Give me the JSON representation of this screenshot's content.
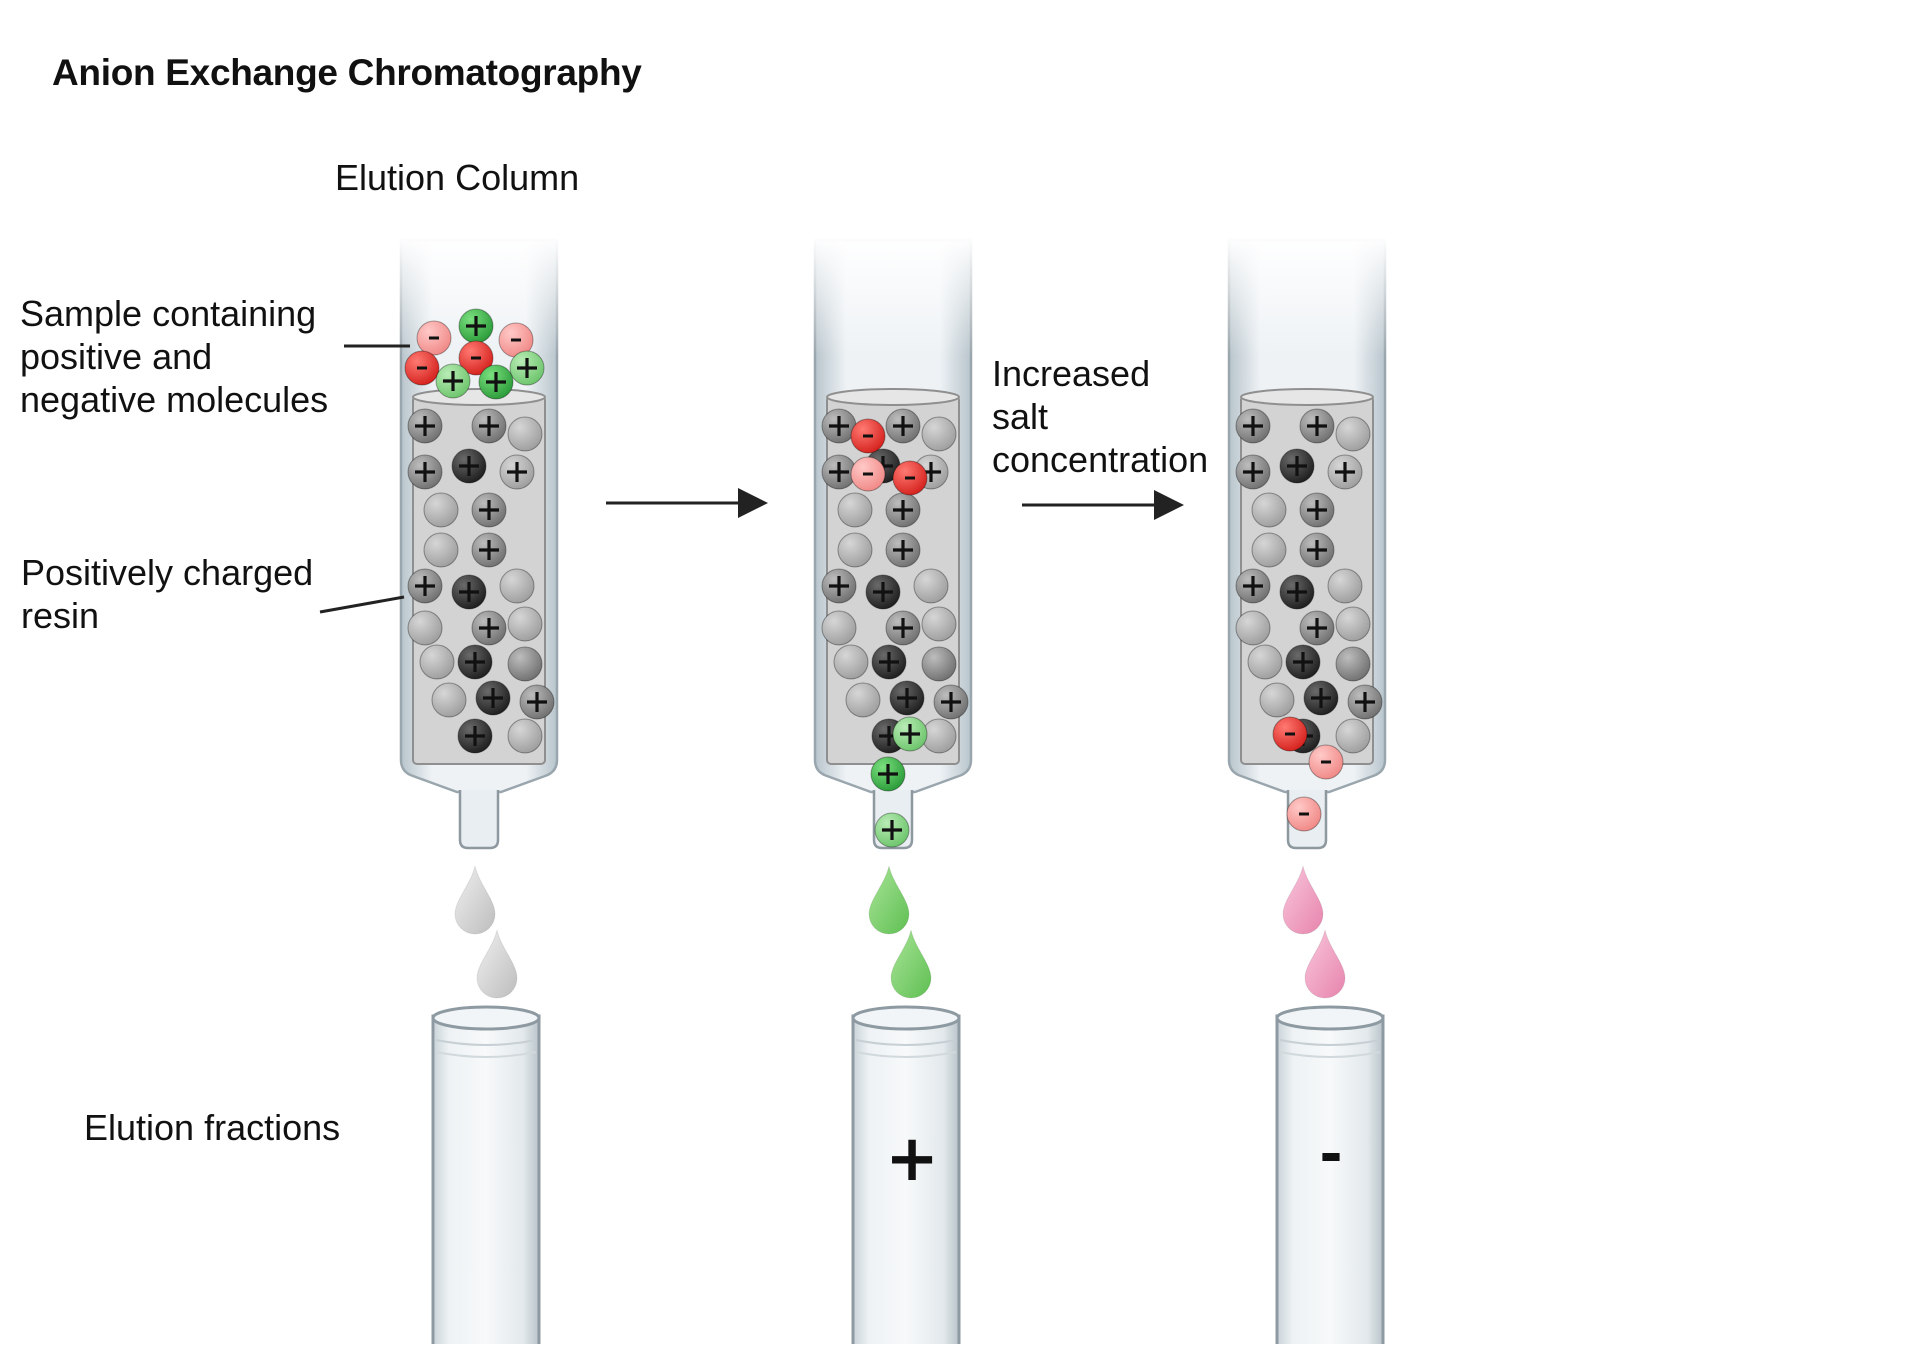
{
  "title": "Anion Exchange Chromatography",
  "labels": {
    "elution_column": "Elution Column",
    "sample": [
      "Sample containing",
      "positive and",
      "negative molecules"
    ],
    "resin": [
      "Positively charged",
      "resin"
    ],
    "salt": [
      "Increased",
      "salt",
      "concentration"
    ],
    "fractions": "Elution fractions"
  },
  "fraction_signs": [
    "",
    "+",
    "-"
  ],
  "colors": {
    "negative": "#e8302c",
    "positive": "#3fae4a",
    "resin_dark": "#2b2b2b",
    "resin_gray": "#8c8c8c",
    "drop_clear": "#d2d2d2",
    "drop_green": "#7ccf6a",
    "drop_pink": "#ef9cbe"
  }
}
